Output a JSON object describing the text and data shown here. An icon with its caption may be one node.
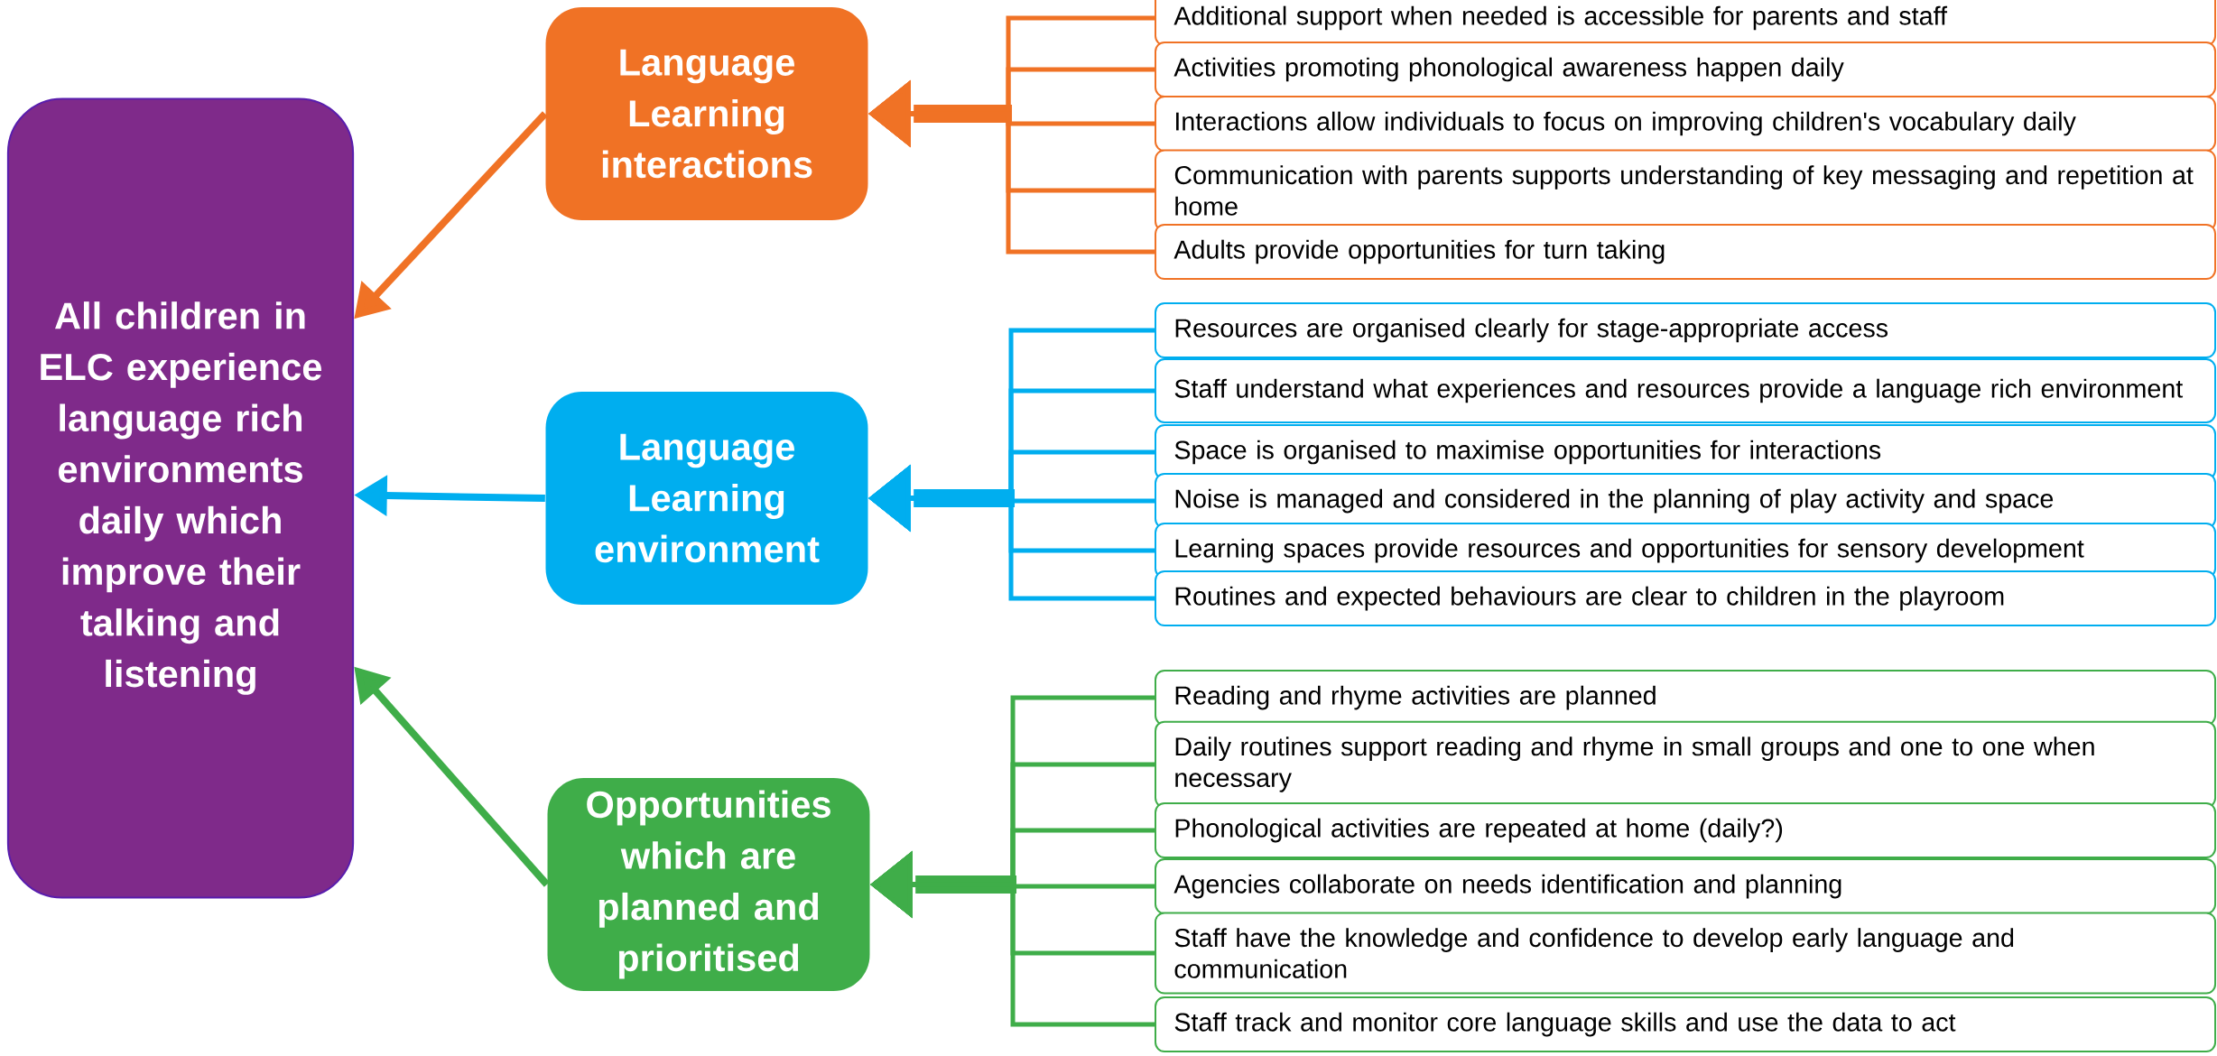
{
  "diagram": {
    "nodes": [
      {
        "text": [
          "All children in ELC experience language rich environments daily which improve their talking and listening"
        ]
      },
      {
        "text": [
          "Language Learning interactions"
        ]
      },
      {
        "text": [
          "Language Learning environment"
        ]
      },
      {
        "text": [
          "Opportunities which are planned and prioritised"
        ]
      },
      {
        "text": [
          "Additional support when needed is accessible for parents and staff"
        ]
      },
      {
        "text": [
          "Activities promoting phonological awareness happen daily"
        ]
      },
      {
        "text": [
          "Interactions allow individuals to focus on improving children's vocabulary daily"
        ]
      },
      {
        "text": [
          "Communication with parents supports understanding of key messaging and repetition at home"
        ]
      },
      {
        "text": [
          "Adults provide opportunities for turn taking"
        ]
      },
      {
        "text": [
          "Resources are organised  clearly for stage-appropriate access"
        ]
      },
      {
        "text": [
          "Staff understand what experiences and resources provide a language rich environment"
        ]
      },
      {
        "text": [
          "Space is organised to maximise opportunities for interactions"
        ]
      },
      {
        "text": [
          "Noise is managed and considered in the planning of play activity and space"
        ]
      },
      {
        "text": [
          "Learning spaces provide resources and opportunities for sensory development"
        ]
      },
      {
        "text": [
          "Routines and expected behaviours are clear to children in the playroom"
        ]
      },
      {
        "text": [
          "Reading and rhyme activities are planned"
        ]
      },
      {
        "text": [
          "Daily routines support reading and rhyme in small groups and one to one when necessary"
        ]
      },
      {
        "text": [
          "Phonological activities are repeated at home (daily?)"
        ]
      },
      {
        "text": [
          "Agencies collaborate on needs identification and planning"
        ]
      },
      {
        "text": [
          "Staff have the knowledge and confidence to develop early language and communication"
        ]
      },
      {
        "text": [
          "Staff track and monitor core language skills and use the data to act"
        ]
      }
    ],
    "edges": [
      {
        "from": 1,
        "to": 0,
        "arrow": "to",
        "color": "#f07225"
      },
      {
        "from": 2,
        "to": 0,
        "arrow": "to",
        "color": "#00aeef"
      },
      {
        "from": 3,
        "to": 0,
        "arrow": "to",
        "color": "#3fad49"
      },
      {
        "from": 4,
        "to": 1,
        "arrow": "to",
        "color": "#f07225"
      },
      {
        "from": 5,
        "to": 1,
        "arrow": "to",
        "color": "#f07225"
      },
      {
        "from": 6,
        "to": 1,
        "arrow": "to",
        "color": "#f07225"
      },
      {
        "from": 7,
        "to": 1,
        "arrow": "to",
        "color": "#f07225"
      },
      {
        "from": 8,
        "to": 1,
        "arrow": "to",
        "color": "#f07225"
      },
      {
        "from": 9,
        "to": 2,
        "arrow": "to",
        "color": "#00aeef"
      },
      {
        "from": 10,
        "to": 2,
        "arrow": "to",
        "color": "#00aeef"
      },
      {
        "from": 11,
        "to": 2,
        "arrow": "to",
        "color": "#00aeef"
      },
      {
        "from": 12,
        "to": 2,
        "arrow": "to",
        "color": "#00aeef"
      },
      {
        "from": 13,
        "to": 2,
        "arrow": "to",
        "color": "#00aeef"
      },
      {
        "from": 14,
        "to": 2,
        "arrow": "to",
        "color": "#00aeef"
      },
      {
        "from": 15,
        "to": 3,
        "arrow": "to",
        "color": "#3fad49"
      },
      {
        "from": 16,
        "to": 3,
        "arrow": "to",
        "color": "#3fad49"
      },
      {
        "from": 17,
        "to": 3,
        "arrow": "to",
        "color": "#3fad49"
      },
      {
        "from": 18,
        "to": 3,
        "arrow": "to",
        "color": "#3fad49"
      },
      {
        "from": 19,
        "to": 3,
        "arrow": "to",
        "color": "#3fad49"
      },
      {
        "from": 20,
        "to": 3,
        "arrow": "to",
        "color": "#3fad49"
      }
    ]
  }
}
